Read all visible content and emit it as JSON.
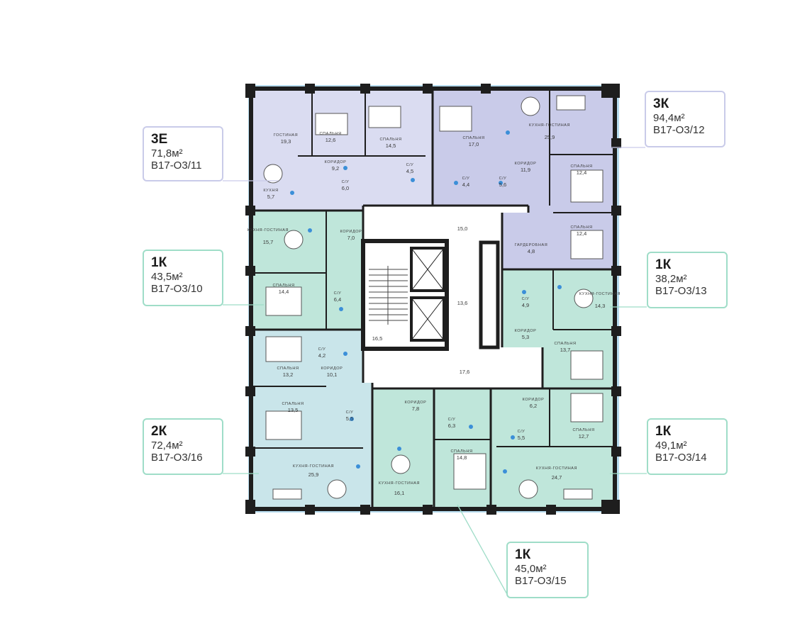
{
  "colors": {
    "purple": "#dadcf1",
    "purple_dark": "#c9cbe9",
    "green": "#bfe6da",
    "teal": "#c9e5ea",
    "wall": "#1e1e1e",
    "window": "#b7dcef",
    "card_purple": "#c9cbe9",
    "card_green": "#9fddc8",
    "drop": "#3b8fd8"
  },
  "apartments": [
    {
      "id": "3E",
      "type": "3Е",
      "area": "71,8м²",
      "code": "В17-О3/11"
    },
    {
      "id": "3K",
      "type": "3К",
      "area": "94,4м²",
      "code": "В17-О3/12"
    },
    {
      "id": "1K10",
      "type": "1К",
      "area": "43,5м²",
      "code": "В17-О3/10"
    },
    {
      "id": "1K13",
      "type": "1К",
      "area": "38,2м²",
      "code": "В17-О3/13"
    },
    {
      "id": "2K",
      "type": "2К",
      "area": "72,4м²",
      "code": "В17-О3/16"
    },
    {
      "id": "1K14",
      "type": "1К",
      "area": "49,1м²",
      "code": "В17-О3/14"
    },
    {
      "id": "1K15",
      "type": "1К",
      "area": "45,0м²",
      "code": "В17-О3/15"
    }
  ],
  "rooms": [
    {
      "name": "ГОСТИНАЯ",
      "value": "19,3"
    },
    {
      "name": "СПАЛЬНЯ",
      "value": "12,6"
    },
    {
      "name": "СПАЛЬНЯ",
      "value": "14,5"
    },
    {
      "name": "КОРИДОР",
      "value": "9,2"
    },
    {
      "name": "С/У",
      "value": "4,5"
    },
    {
      "name": "С/У",
      "value": "6,0"
    },
    {
      "name": "КУХНЯ",
      "value": "5,7"
    },
    {
      "name": "СПАЛЬНЯ",
      "value": "17,0"
    },
    {
      "name": "КУХНЯ-ГОСТИНАЯ",
      "value": "25,9"
    },
    {
      "name": "КОРИДОР",
      "value": "11,9"
    },
    {
      "name": "С/У",
      "value": "4,4"
    },
    {
      "name": "С/У",
      "value": "5,6"
    },
    {
      "name": "СПАЛЬНЯ",
      "value": "12,4"
    },
    {
      "name": "СПАЛЬНЯ",
      "value": "12,4"
    },
    {
      "name": "ГАРДЕРОБНАЯ",
      "value": "4,8"
    },
    {
      "name": "КУХНЯ-ГОСТИНАЯ",
      "value": "15,7"
    },
    {
      "name": "КОРИДОР",
      "value": "7,0"
    },
    {
      "name": "СПАЛЬНЯ",
      "value": "14,4"
    },
    {
      "name": "С/У",
      "value": "6,4"
    },
    {
      "name": "",
      "value": "15,0"
    },
    {
      "name": "",
      "value": "13,6"
    },
    {
      "name": "",
      "value": "16,5"
    },
    {
      "name": "",
      "value": "17,6"
    },
    {
      "name": "С/У",
      "value": "4,9"
    },
    {
      "name": "КУХНЯ-ГОСТИНАЯ",
      "value": "14,3"
    },
    {
      "name": "КОРИДОР",
      "value": "5,3"
    },
    {
      "name": "СПАЛЬНЯ",
      "value": "13,7"
    },
    {
      "name": "С/У",
      "value": "4,2"
    },
    {
      "name": "КОРИДОР",
      "value": "10,1"
    },
    {
      "name": "СПАЛЬНЯ",
      "value": "13,2"
    },
    {
      "name": "СПАЛЬНЯ",
      "value": "13,5"
    },
    {
      "name": "С/У",
      "value": "5,5"
    },
    {
      "name": "КОРИДОР",
      "value": "7,8"
    },
    {
      "name": "С/У",
      "value": "6,3"
    },
    {
      "name": "КОРИДОР",
      "value": "6,2"
    },
    {
      "name": "СПАЛЬНЯ",
      "value": "12,7"
    },
    {
      "name": "С/У",
      "value": "5,5"
    },
    {
      "name": "КУХНЯ-ГОСТИНАЯ",
      "value": "25,9"
    },
    {
      "name": "КУХНЯ-ГОСТИНАЯ",
      "value": "16,1"
    },
    {
      "name": "СПАЛЬНЯ",
      "value": "14,8"
    },
    {
      "name": "КУХНЯ-ГОСТИНАЯ",
      "value": "24,7"
    }
  ]
}
